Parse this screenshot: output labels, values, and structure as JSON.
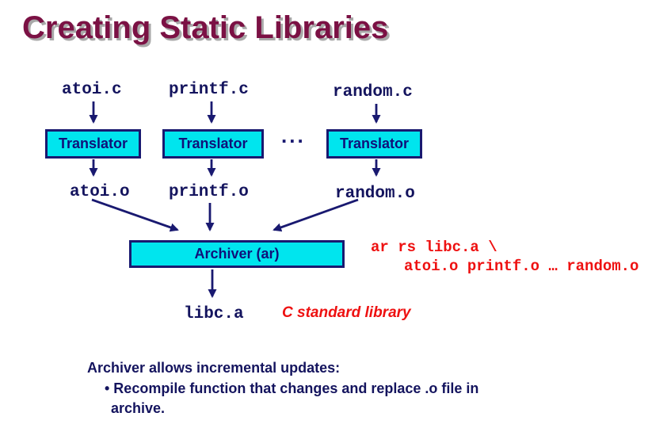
{
  "slide": {
    "title": "Creating Static Libraries"
  },
  "colors": {
    "title_maroon": "#7B1144",
    "title_shadow_gray": "#A8A8A8",
    "navy": "#191970",
    "box_fill_cyan": "#00E5EE",
    "command_red": "#EE1111",
    "background": "#FFFFFF"
  },
  "diagram": {
    "sources": [
      "atoi.c",
      "printf.c",
      "random.c"
    ],
    "translators": [
      "Translator",
      "Translator",
      "Translator"
    ],
    "ellipsis": "...",
    "objects": [
      "atoi.o",
      "printf.o",
      "random.o"
    ],
    "archiver": "Archiver (ar)",
    "output_file": "libc.a",
    "output_caption": "C standard library",
    "command_line1": "ar rs libc.a \\",
    "command_line2": "atoi.o printf.o … random.o"
  },
  "notes": {
    "heading": "Archiver allows incremental updates:",
    "bullet_line1": "• Recompile function that changes and replace .o file in",
    "bullet_line2": "archive."
  }
}
